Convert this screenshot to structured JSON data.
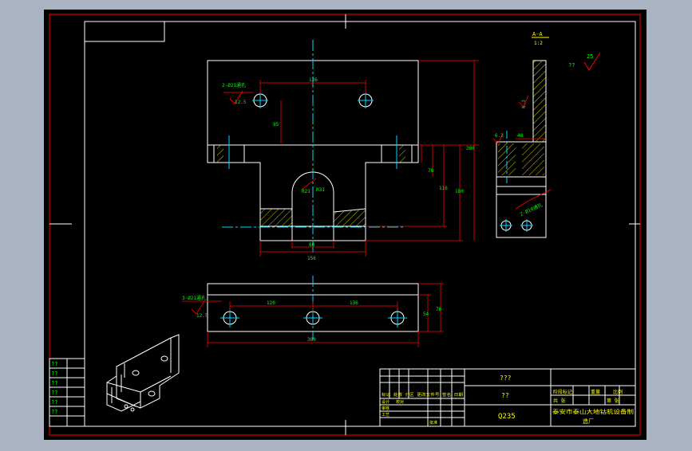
{
  "colors": {
    "canvas": "#000000",
    "outside": "#a9b3c2",
    "outline": "#ffffff",
    "border": "#ff0000",
    "dimension": "#ff0000",
    "centerline": "#00d8ff",
    "text": "#00ff00",
    "text_yellow": "#ffff00",
    "hatch": "#ffff00",
    "roughness": "#ff0000"
  },
  "section_view": {
    "label": "A-A",
    "scale": "1:2"
  },
  "roughness": {
    "general_mark_placeholder": "??",
    "general_value": "25",
    "hole_value_top": "12.5",
    "hole_value_bottom": "12.5",
    "side_value": "6.3",
    "side_value_2": "6.3"
  },
  "front_view": {
    "hole_callout": "2-Ø21通孔",
    "dim_hole_spacing": "136",
    "dim_hole_height": "85",
    "dim_slot_radius": "R21",
    "dim_slot_radius2": "R31",
    "dim_slot_width": "80",
    "dim_lower_width": "156",
    "dim_h1": "78",
    "dim_h2": "116",
    "dim_h3": "180",
    "dim_total_height": "280"
  },
  "side_view": {
    "dim_thickness": "48",
    "hole_callout": "2-Ø10通孔"
  },
  "bottom_view": {
    "hole_callout": "3-Ø21通孔",
    "dim_spacing_1": "120",
    "dim_spacing_2": "136",
    "dim_total_width": "380",
    "dim_height_1": "54",
    "dim_height_2": "78"
  },
  "revision_block": {
    "rows": [
      "??",
      "??",
      "??",
      "??",
      "??",
      "??"
    ]
  },
  "title_block": {
    "part_name": "???",
    "drawing_no": "??",
    "material": "Q235",
    "header_row": "标记 处数 分区 更改文件号 签名 日期",
    "designer": "设计",
    "checker": "校对",
    "approver": "审核",
    "process": "工艺",
    "approval": "批准",
    "stage_label": "阶段标记",
    "weight_label": "重量",
    "scale_label": "比例",
    "sheets": "共 张",
    "sheet_no": "第 张",
    "company_line1": "泰安市泰山大地钴机设备制",
    "company_line2": "造厂"
  }
}
